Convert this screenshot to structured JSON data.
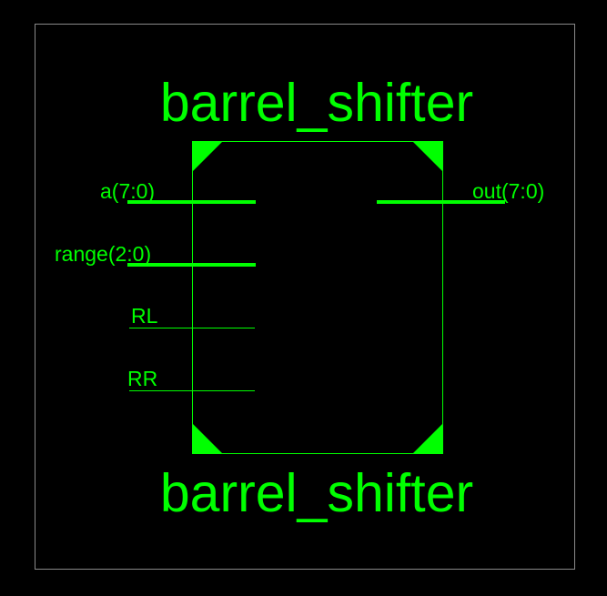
{
  "symbol": {
    "name_top": "barrel_shifter",
    "name_bottom": "barrel_shifter",
    "color": "#00ff00",
    "frame_color": "#8a8a8a",
    "background": "#000000"
  },
  "ports": {
    "inputs": [
      {
        "label": "a(7:0)",
        "kind": "bus"
      },
      {
        "label": "range(2:0)",
        "kind": "bus"
      },
      {
        "label": "RL",
        "kind": "wire"
      },
      {
        "label": "RR",
        "kind": "wire"
      }
    ],
    "outputs": [
      {
        "label": "out(7:0)",
        "kind": "bus"
      }
    ]
  }
}
